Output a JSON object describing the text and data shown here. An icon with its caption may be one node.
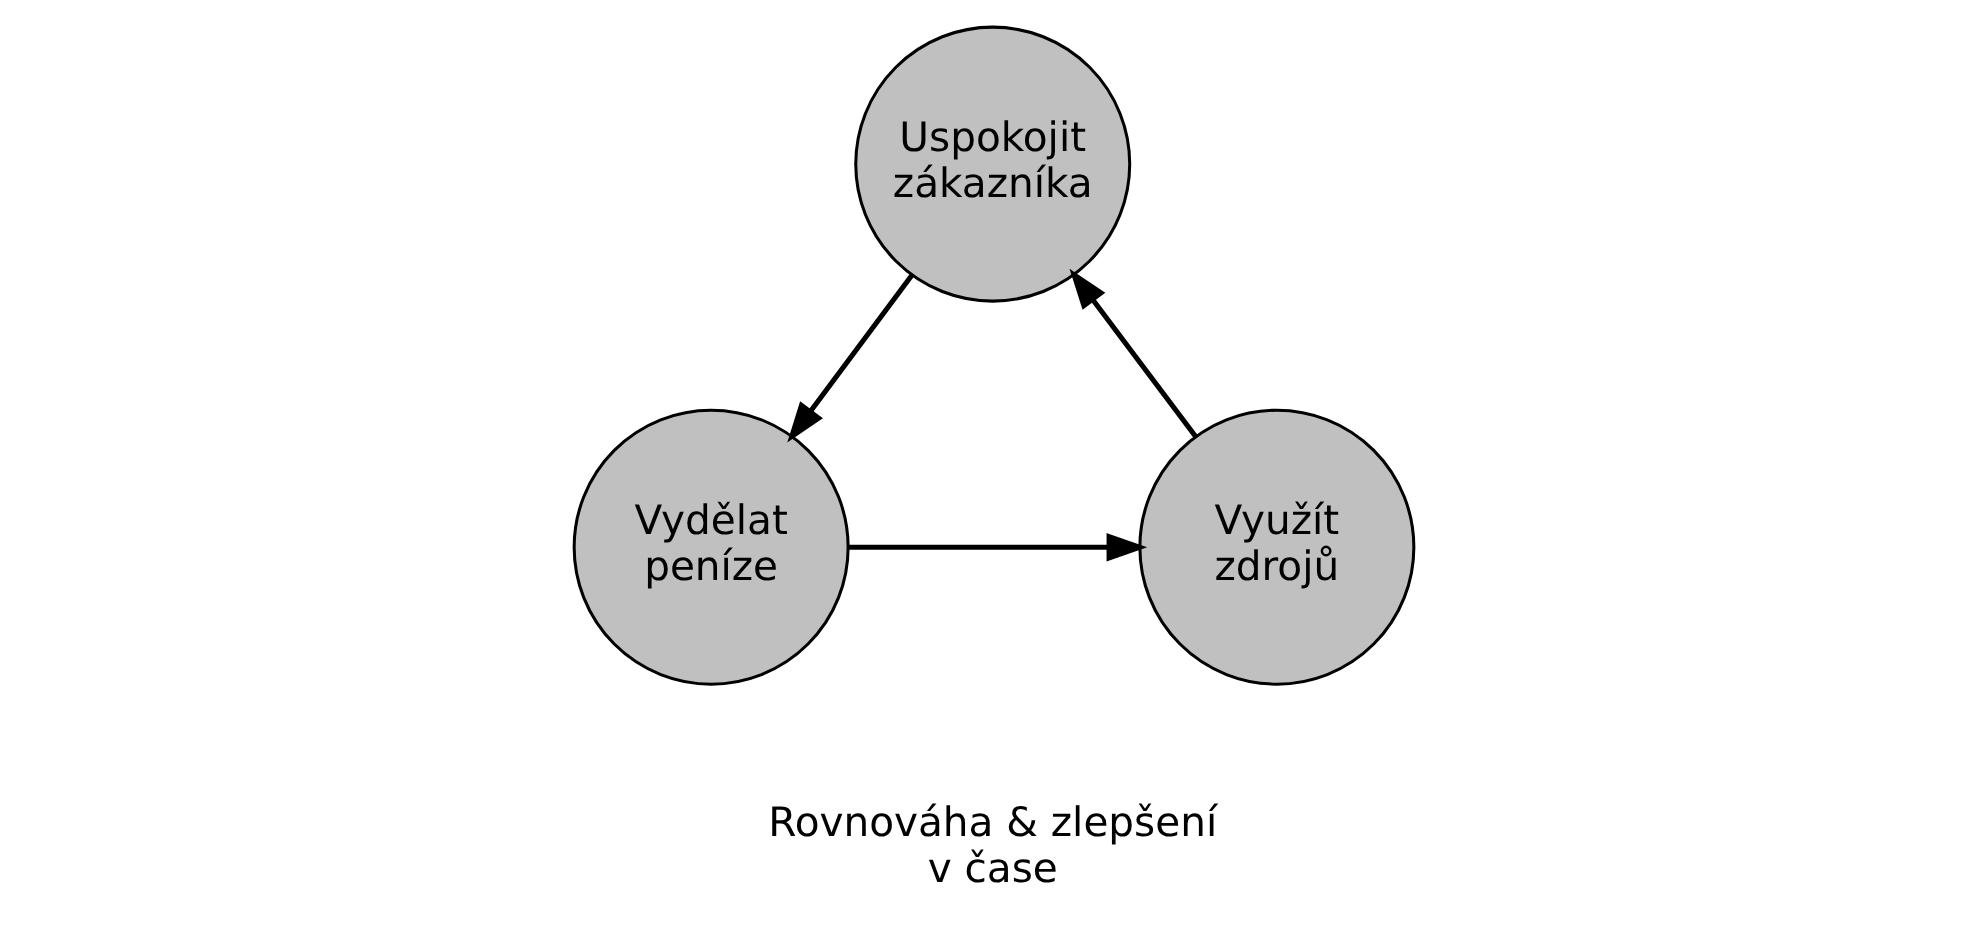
{
  "diagram": {
    "nodes": [
      {
        "text": [
          "Uspokojit zákazníka"
        ]
      },
      {
        "text": [
          "Vydělat peníze"
        ]
      },
      {
        "text": [
          "Využít zdrojů"
        ]
      }
    ],
    "edges": [
      {
        "from": 0,
        "to": 1,
        "arrow": "to"
      },
      {
        "from": 1,
        "to": 2,
        "arrow": "to"
      },
      {
        "from": 2,
        "to": 0,
        "arrow": "to"
      }
    ],
    "labels": [
      "Rovnováha & zlepšení v čase"
    ]
  }
}
